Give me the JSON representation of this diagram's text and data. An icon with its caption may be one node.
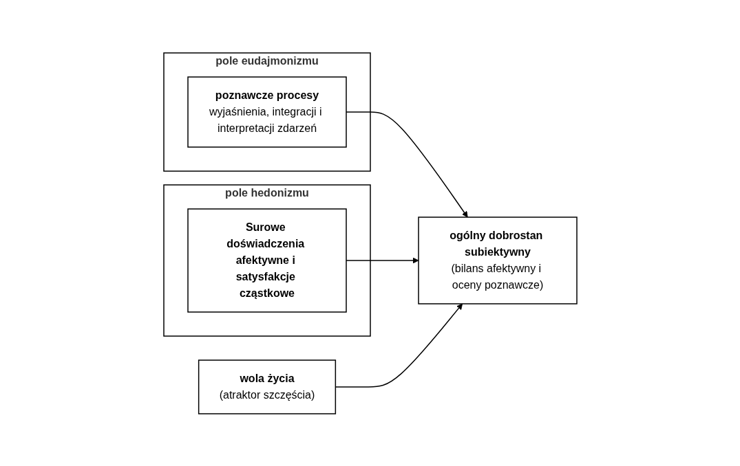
{
  "diagram": {
    "nodes": [
      {
        "text": [
          "pole eudajmonizmu"
        ]
      },
      {
        "text": [
          "poznawcze procesy",
          "wyjaśnienia, integracji i interpretacji zdarzeń"
        ],
        "in": 0
      },
      {
        "text": [
          "pole hedonizmu"
        ]
      },
      {
        "text": [
          "Surowe doświadczenia afektywne i satysfakcje cząstkowe"
        ],
        "in": 2
      },
      {
        "text": [
          "ogólny dobrostan subiektywny",
          "(bilans afektywny i oceny poznawcze)"
        ]
      },
      {
        "text": [
          "wola życia",
          "(atraktor szczęścia)"
        ]
      }
    ],
    "edges": [
      {
        "from": 1,
        "to": 4,
        "arrow": "to"
      },
      {
        "from": 3,
        "to": 4,
        "arrow": "to"
      },
      {
        "from": 5,
        "to": 4,
        "arrow": "to"
      }
    ]
  }
}
